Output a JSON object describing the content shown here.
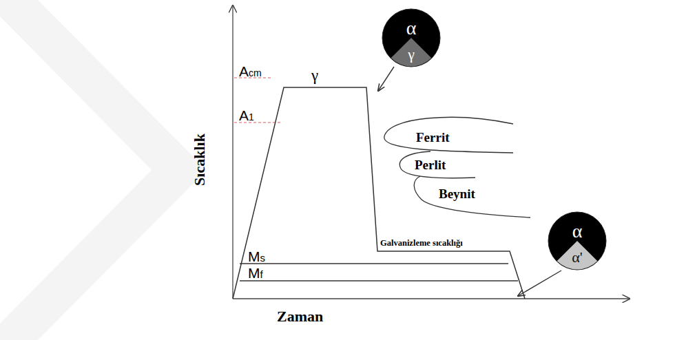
{
  "diagram": {
    "nodes": [
      {
        "text": [
          "α",
          "γ"
        ]
      },
      {
        "text": [
          "α",
          "α'"
        ]
      }
    ],
    "labels": [
      "Acm",
      "A1",
      "γ",
      "Ferrit",
      "Perlit",
      "Beynit",
      "Galvanizleme sıcaklığı",
      "Ms",
      "Mf",
      "Sıcaklık",
      "Zaman"
    ]
  }
}
